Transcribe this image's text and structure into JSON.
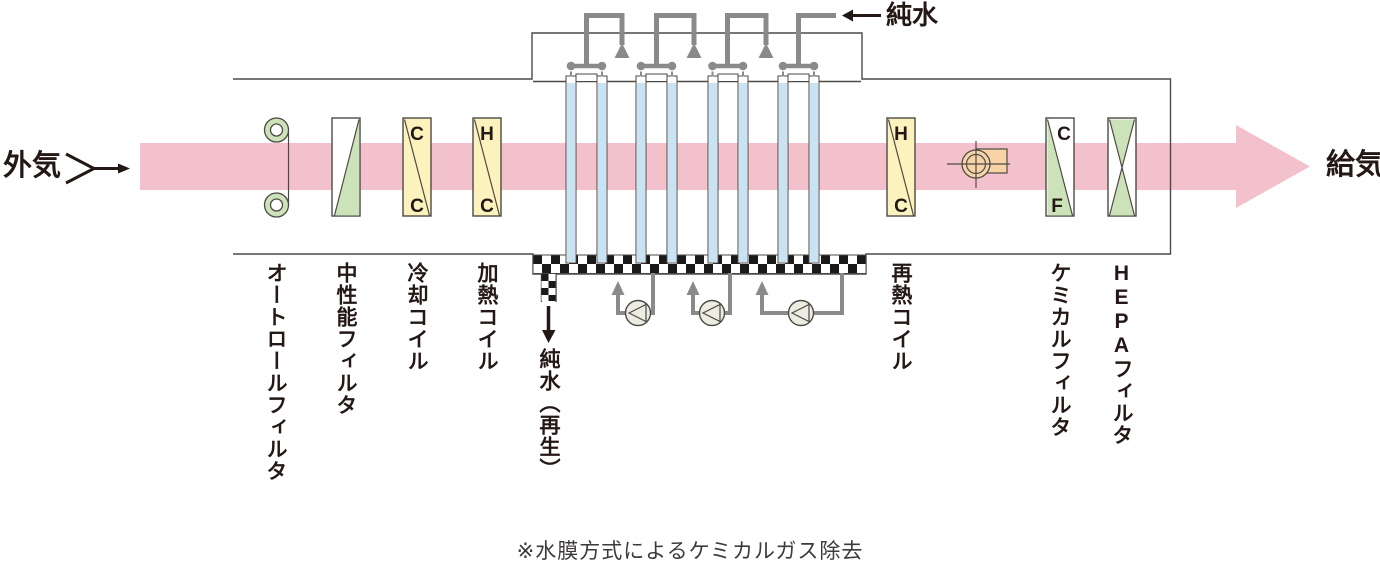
{
  "colors": {
    "pink": "#F3C1CB",
    "yellow": "#FBF2BE",
    "green": "#CCE3BA",
    "blue": "#C7E3F4",
    "peach": "#F7D3A8",
    "pump": "#ECECE3",
    "pipe": "#8A8A8A",
    "outline": "#4D4A45",
    "checker": "#1A1A1A",
    "text": "#231815",
    "text_light": "#3E3A39"
  },
  "flow": {
    "inlet_label": "外気",
    "outlet_label": "給気"
  },
  "water_film": {
    "supply_label": "純水",
    "drain_label": "純水（再生）",
    "column_count": 8,
    "spray_group_count": 4,
    "pump_count": 3
  },
  "components": [
    {
      "name": "auto-roll-filter",
      "label": "オートロールフィルタ"
    },
    {
      "name": "medium-performance-filter",
      "label": "中性能フィルタ"
    },
    {
      "name": "cooling-coil",
      "label": "冷却コイル",
      "letter_top": "C",
      "letter_bottom": "C"
    },
    {
      "name": "heating-coil",
      "label": "加熱コイル",
      "letter_top": "H",
      "letter_bottom": "C"
    },
    {
      "name": "reheat-coil",
      "label": "再熱コイル",
      "letter_top": "H",
      "letter_bottom": "C"
    },
    {
      "name": "chemical-filter",
      "label": "ケミカルフィルタ",
      "letter_top": "C",
      "letter_bottom": "F"
    },
    {
      "name": "hepa-filter",
      "label": "HEPAフィルタ"
    }
  ],
  "caption": "※水膜方式によるケミカルガス除去"
}
